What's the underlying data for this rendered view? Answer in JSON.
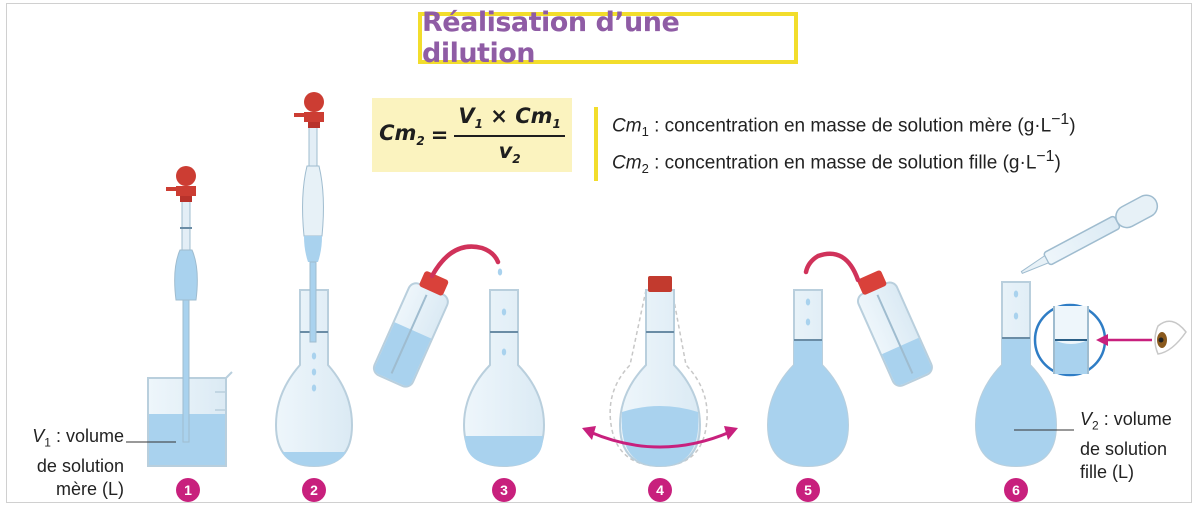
{
  "title": "Réalisation d’une dilution",
  "formula": {
    "lhs": "Cm",
    "lhs_sub": "2",
    "equals": "=",
    "numerator": "V",
    "numerator_sub": "1",
    "times": " × Cm",
    "times_sub": "1",
    "denominator": "v",
    "denominator_sub": "2"
  },
  "legend": [
    {
      "symbol": "Cm",
      "sub": "1",
      "text": " : concentration en masse de solution mère (g·L",
      "exp": "−1",
      "close": ")"
    },
    {
      "symbol": "Cm",
      "sub": "2",
      "text": " : concentration en masse de solution fille (g·L",
      "exp": "−1",
      "close": ")"
    }
  ],
  "label_v1": {
    "symbol": "V",
    "sub": "1",
    "line1": " : volume",
    "line2": "de solution",
    "line3": "mère (L)"
  },
  "label_v2": {
    "symbol": "V",
    "sub": "2",
    "line1": " : volume",
    "line2": "de solution",
    "line3": "fille (L)"
  },
  "steps": [
    "1",
    "2",
    "3",
    "4",
    "5",
    "6"
  ],
  "colors": {
    "title": "#8f5ca5",
    "title_border": "#f2dd2c",
    "formula_bg": "#fbf3bf",
    "badge": "#c8207d",
    "liquid": "#a9d2ee",
    "arrow": "#c8207d"
  }
}
